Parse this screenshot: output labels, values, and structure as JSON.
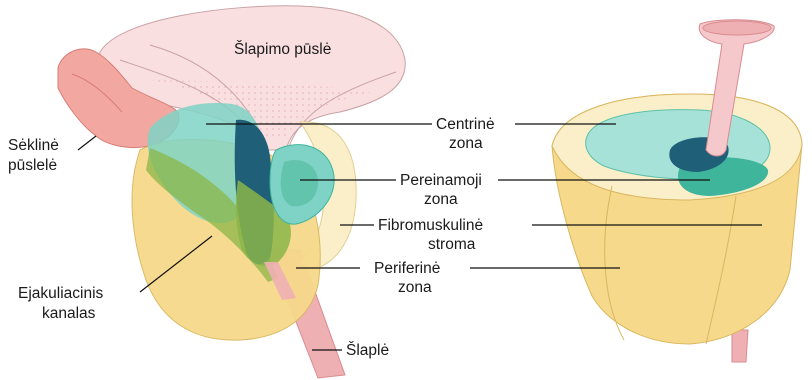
{
  "diagram": {
    "labels": {
      "bladder": "Šlapimo pūslė",
      "seminal_vesicle_1": "Sėklinė",
      "seminal_vesicle_2": "pūslelė",
      "central_1": "Centrinė",
      "central_2": "zona",
      "transition_1": "Pereinamoji",
      "transition_2": "zona",
      "stroma_1": "Fibromuskulinė",
      "stroma_2": "stroma",
      "peripheral_1": "Periferinė",
      "peripheral_2": "zona",
      "ejaculatory_1": "Ejakuliacinis",
      "ejaculatory_2": "kanalas",
      "urethra": "Šlaplė"
    },
    "colors": {
      "bladder": "#f9dfe0",
      "seminal_vesicle": "#f2a7a0",
      "central_zone": "#7fd3c6",
      "transition_zone": "#3fb59b",
      "transition_dark": "#1f5f78",
      "peripheral_zone": "#f6d98a",
      "stroma": "#fbefc9",
      "urethra": "#efb0b4",
      "ejaculatory": "#8bb54a"
    }
  }
}
